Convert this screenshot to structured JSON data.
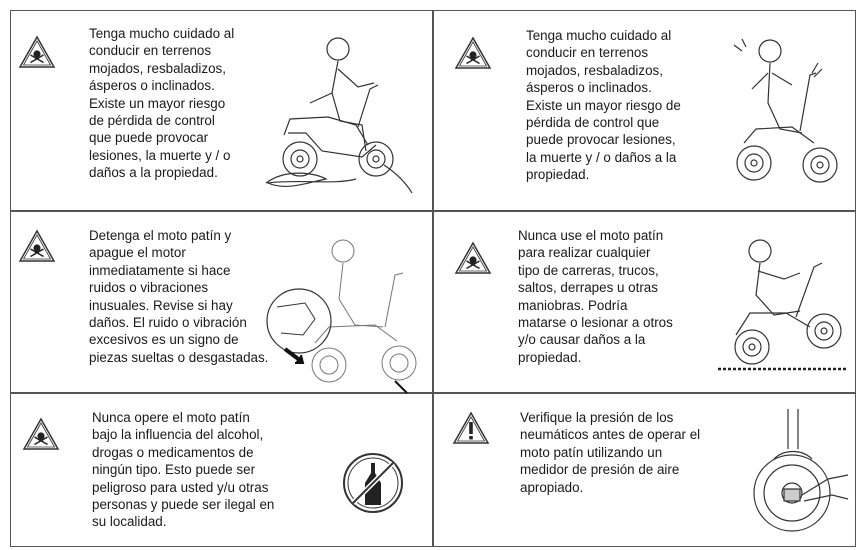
{
  "sections": [
    {
      "icon": "skull-warning-icon",
      "text": "Tenga mucho cuidado al\nconducir en terrenos\nmojados, resbaladizos,\násperos o inclinados.\nExiste un mayor riesgo\nde pérdida de control\nque puede provocar\nlesiones, la muerte y / o\ndaños a la propiedad."
    },
    {
      "icon": "skull-warning-icon",
      "text": "Tenga mucho cuidado al\nconducir en terrenos\nmojados, resbaladizos,\násperos o inclinados.\nExiste un mayor riesgo de\npérdida de control que\npuede provocar lesiones,\nla muerte y / o daños a la\npropiedad."
    },
    {
      "icon": "skull-warning-icon",
      "text": "Detenga el moto patín y\napague el motor\ninmediatamente si hace\nruidos o vibraciones\ninusuales. Revise si hay\ndaños. El ruido o vibración\nexcesivos es un signo de\npiezas sueltas o desgastadas."
    },
    {
      "icon": "skull-warning-icon",
      "text": "Nunca use el moto patín\npara realizar cualquier\ntipo de carreras, trucos,\nsaltos, derrapes u otras\nmaniobras. Podría\nmatarse o lesionar a otros\ny/o causar daños a la\npropiedad."
    },
    {
      "icon": "skull-warning-icon",
      "text": "Nunca opere el moto patín\nbajo la influencia del alcohol,\ndrogas o medicamentos de\nningún tipo. Esto puede ser\npeligroso para usted y/u otras\npersonas y puede ser ilegal en\nsu localidad."
    },
    {
      "icon": "exclamation-warning-icon",
      "text": "Verifique la presión de los\nneumáticos antes de operar el\nmoto patín utilizando un\nmedidor de presión de aire\napropiado."
    }
  ]
}
